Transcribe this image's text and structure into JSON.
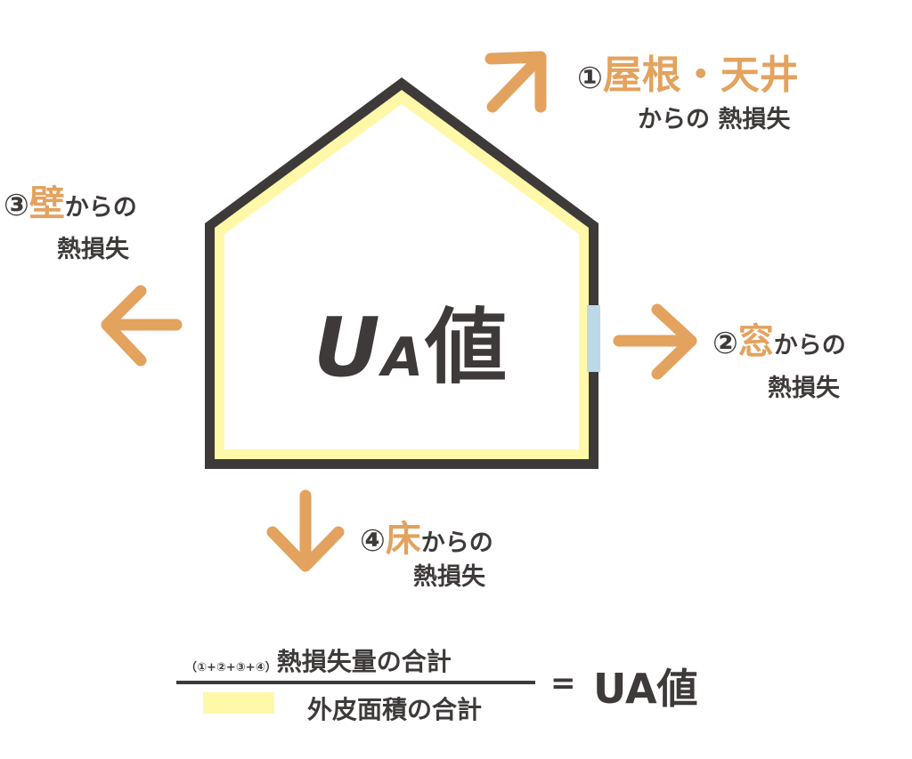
{
  "colors": {
    "outline": "#3d3a39",
    "insulation": "#fff8a8",
    "window": "#bcd9e8",
    "accent": "#e3a25e",
    "text": "#3d3a39"
  },
  "center": {
    "ua": "U",
    "ua_a": "A",
    "ua_kanji": "値"
  },
  "roof": {
    "num": "①",
    "name": "屋根・天井",
    "sub": "からの 熱損失"
  },
  "window": {
    "num": "②",
    "name": "窓",
    "suffix": "からの",
    "sub": "熱損失"
  },
  "wall": {
    "num": "③",
    "name": "壁",
    "suffix": "からの",
    "sub": "熱損失"
  },
  "floor": {
    "num": "④",
    "name": "床",
    "suffix": "からの",
    "sub": "熱損失"
  },
  "formula": {
    "numerator_prefix": "（①+②+③+④）",
    "numerator": "熱損失量の合計",
    "denominator": "外皮面積の合計",
    "equals": "=",
    "result": "UA値"
  }
}
